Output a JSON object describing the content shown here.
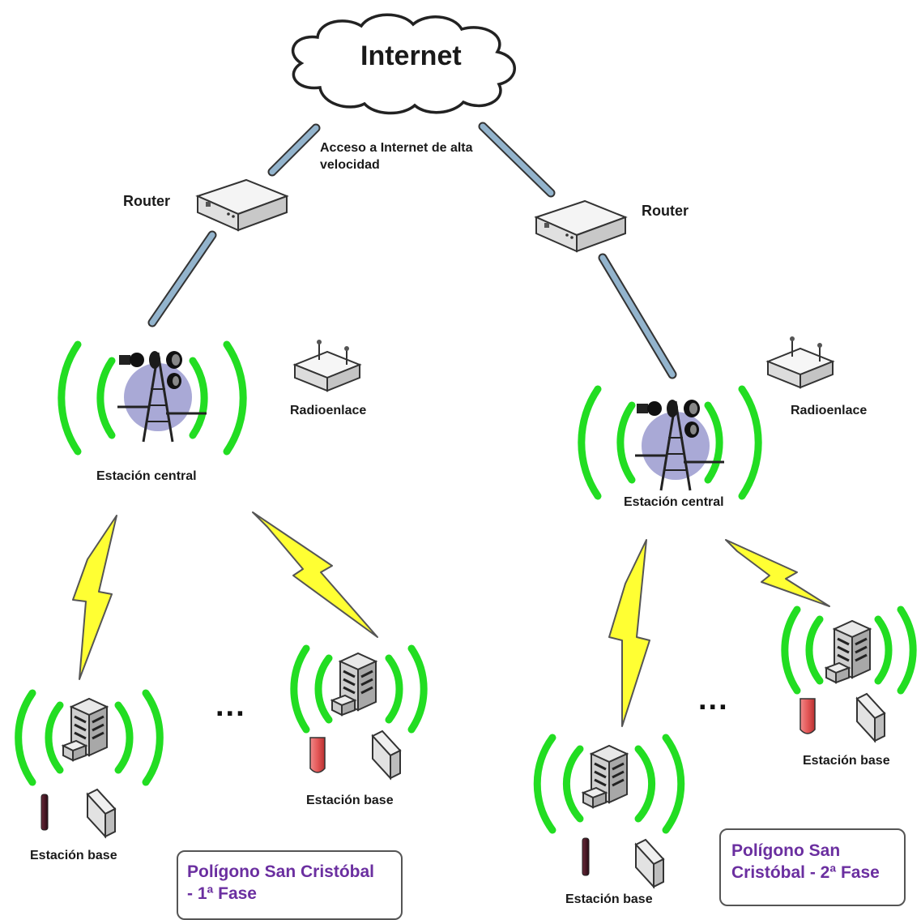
{
  "diagram": {
    "internet_label": "Internet",
    "access_label_line1": "Acceso a Internet de alta",
    "access_label_line2": "velocidad",
    "router_left_label": "Router",
    "router_right_label": "Router",
    "radio_left_label": "Radioenlace",
    "radio_right_label": "Radioenlace",
    "central_left_label": "Estación central",
    "central_right_label": "Estación central",
    "base_labels": [
      "Estación base",
      "Estación base",
      "Estación base",
      "Estación base"
    ],
    "ellipsis": "...",
    "phase1_line1": "Polígono San Cristóbal",
    "phase1_line2": "- 1ª Fase",
    "phase2_line1": "Polígono San",
    "phase2_line2": "Cristóbal - 2ª Fase",
    "colors": {
      "wave": "#22dd22",
      "link": "#8fb3cf",
      "lightning": "#ffff33",
      "phase_text": "#6b2fa0",
      "tower_disc": "#a9a9d6"
    }
  }
}
